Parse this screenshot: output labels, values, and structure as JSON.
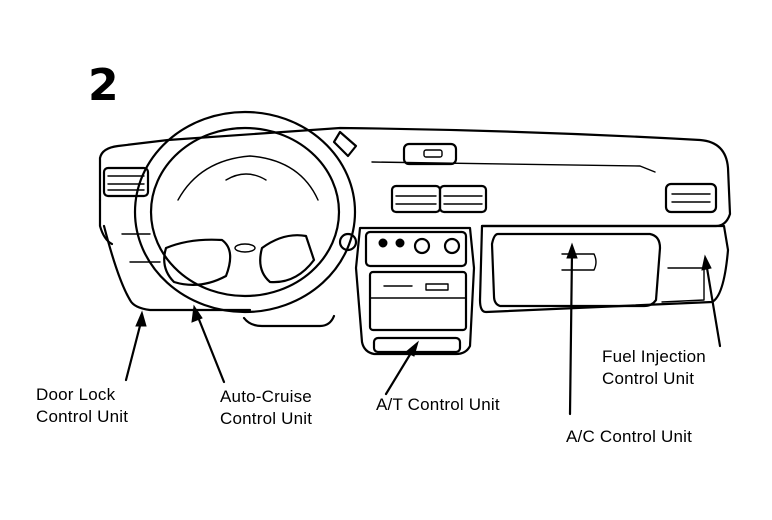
{
  "figure": {
    "number": "2",
    "subject": "Dashboard control unit locations"
  },
  "labels": [
    {
      "id": "door-lock",
      "lines": [
        "Door Lock",
        "Control Unit"
      ]
    },
    {
      "id": "auto-cruise",
      "lines": [
        "Auto-Cruise",
        "Control Unit"
      ]
    },
    {
      "id": "at",
      "lines": [
        "A/T Control Unit"
      ]
    },
    {
      "id": "ac",
      "lines": [
        "A/C Control Unit"
      ]
    },
    {
      "id": "fuel-injection",
      "lines": [
        "Fuel Injection",
        "Control Unit"
      ]
    }
  ]
}
